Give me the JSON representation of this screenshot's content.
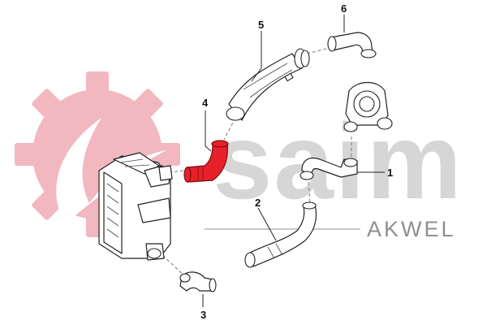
{
  "brand": {
    "watermark_text": "saim",
    "partner_text": "AKWEL",
    "colors": {
      "gear": "#f2b8c0",
      "swoosh": "#ffffff",
      "watermark": "#d6d6d6",
      "partner": "#8f8f8f",
      "highlight": "#e8202a"
    }
  },
  "callouts": [
    {
      "id": "1",
      "label": "1"
    },
    {
      "id": "2",
      "label": "2"
    },
    {
      "id": "3",
      "label": "3"
    },
    {
      "id": "4",
      "label": "4",
      "highlighted": true
    },
    {
      "id": "5",
      "label": "5"
    },
    {
      "id": "6",
      "label": "6"
    }
  ]
}
